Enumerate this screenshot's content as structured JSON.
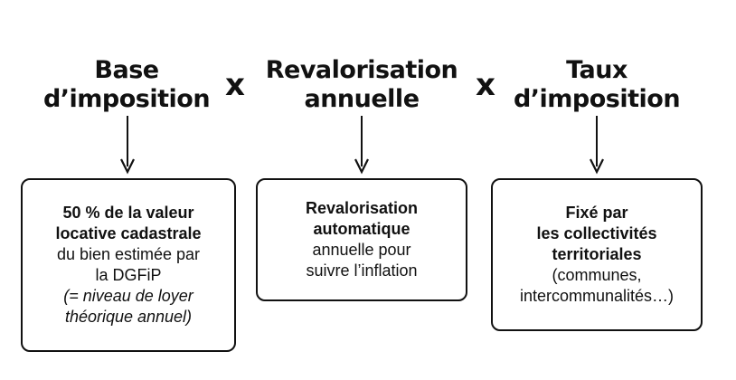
{
  "columns": [
    {
      "heading": [
        "Base",
        "d’imposition"
      ],
      "box": [
        {
          "text": "50 % de la valeur",
          "style": "b"
        },
        {
          "text": "locative cadastrale",
          "style": "b"
        },
        {
          "text": "du bien estimée par",
          "style": ""
        },
        {
          "text": "la DGFiP",
          "style": ""
        },
        {
          "text": "(= niveau de loyer",
          "style": "i"
        },
        {
          "text": "théorique annuel)",
          "style": "i"
        }
      ]
    },
    {
      "heading": [
        "Revalorisation",
        "annuelle"
      ],
      "box": [
        {
          "text": "Revalorisation",
          "style": "b"
        },
        {
          "text": "automatique",
          "style": "b"
        },
        {
          "text": "annuelle pour",
          "style": ""
        },
        {
          "text": "suivre l’inflation",
          "style": ""
        }
      ]
    },
    {
      "heading": [
        "Taux",
        "d’imposition"
      ],
      "box": [
        {
          "text": "Fixé par",
          "style": "b"
        },
        {
          "text": "les collectivités",
          "style": "b"
        },
        {
          "text": "territoriales",
          "style": "b"
        },
        {
          "text": "(communes,",
          "style": ""
        },
        {
          "text": "intercommunalités…)",
          "style": ""
        }
      ]
    }
  ],
  "operators": [
    "x",
    "x"
  ],
  "colors": {
    "text": "#111111",
    "border": "#111111",
    "background": "#ffffff"
  }
}
